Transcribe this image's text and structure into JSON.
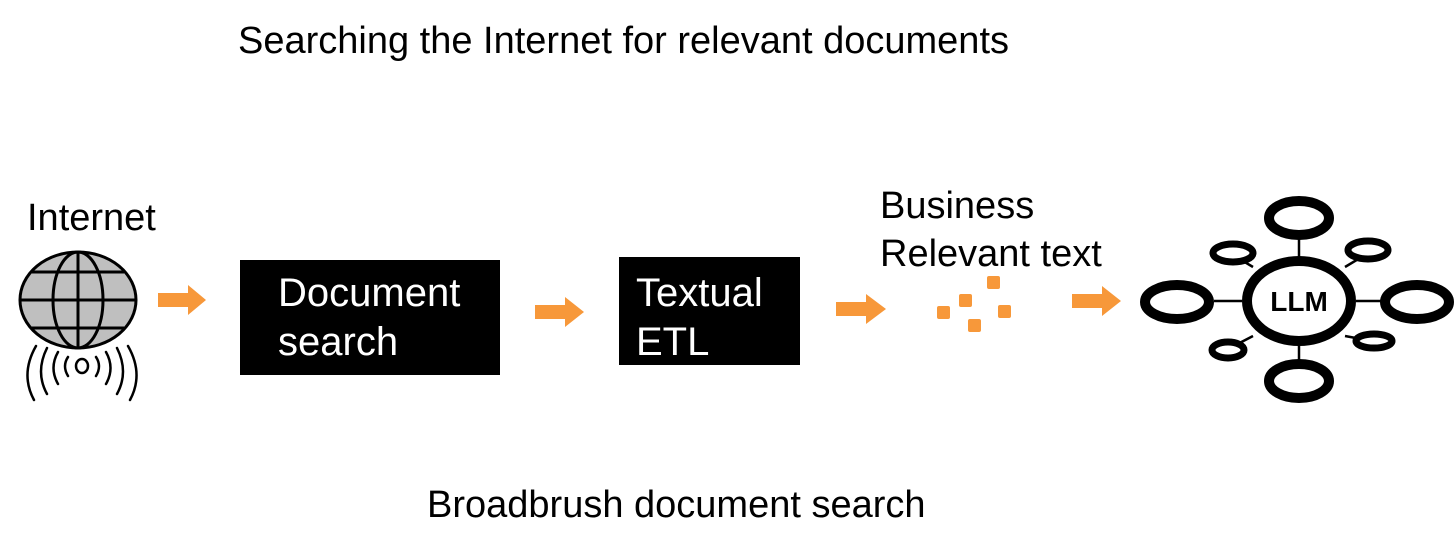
{
  "diagram": {
    "title": "Searching the Internet for relevant documents",
    "subtitle": "Broadbrush document search",
    "nodes": {
      "internet": {
        "label": "Internet",
        "icon": "globe-antenna-icon"
      },
      "document_search": {
        "line1": "Document",
        "line2": "search"
      },
      "textual_etl": {
        "line1": "Textual",
        "line2": "ETL"
      },
      "business_text": {
        "line1": "Business",
        "line2": "Relevant text"
      },
      "llm": {
        "label": "LLM",
        "icon": "network-hub-icon"
      }
    },
    "colors": {
      "arrow": "#F7983A",
      "text_fragment": "#F7983A",
      "box_fill": "#000000",
      "box_text": "#FFFFFF"
    }
  }
}
